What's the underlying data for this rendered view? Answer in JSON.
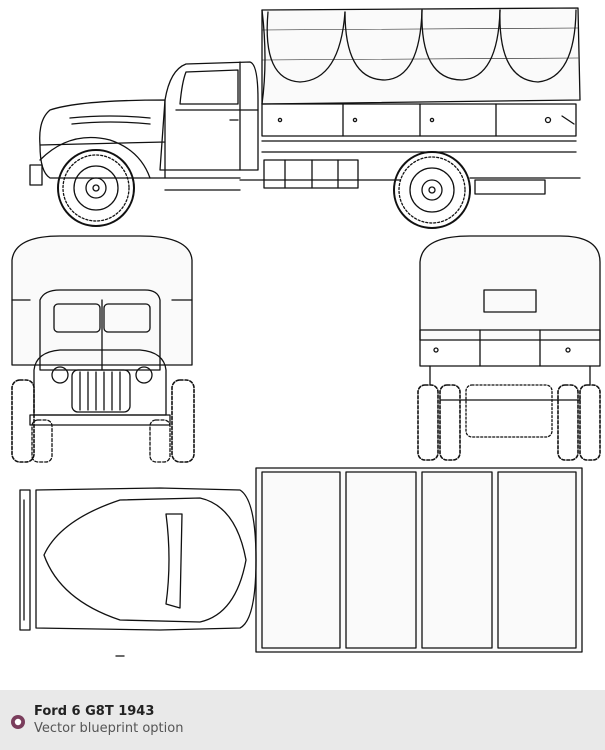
{
  "caption": {
    "title": "Ford 6 G8T 1943",
    "subtitle": "Vector blueprint option",
    "icon": "radio-circle-icon",
    "icon_color": "#7a3d5c"
  },
  "blueprint": {
    "subject": "truck",
    "views": [
      "side",
      "front",
      "rear",
      "top"
    ],
    "line_color": "#111111"
  }
}
